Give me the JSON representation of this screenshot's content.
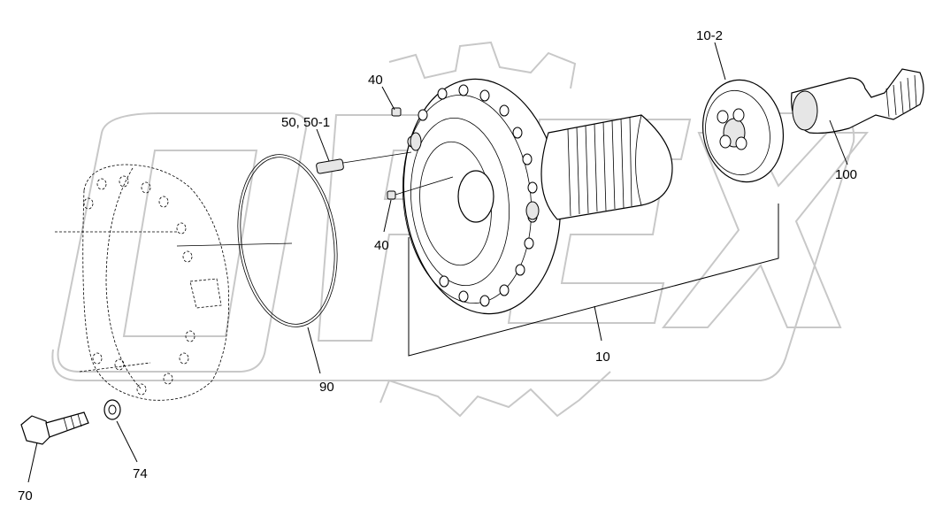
{
  "callouts": {
    "c10_2": "10-2",
    "c40_top": "40",
    "c50": "50, 50-1",
    "c100": "100",
    "c40_mid": "40",
    "c10": "10",
    "c90": "90",
    "c74": "74",
    "c70": "70"
  },
  "watermark": {
    "text": "OPEX"
  }
}
